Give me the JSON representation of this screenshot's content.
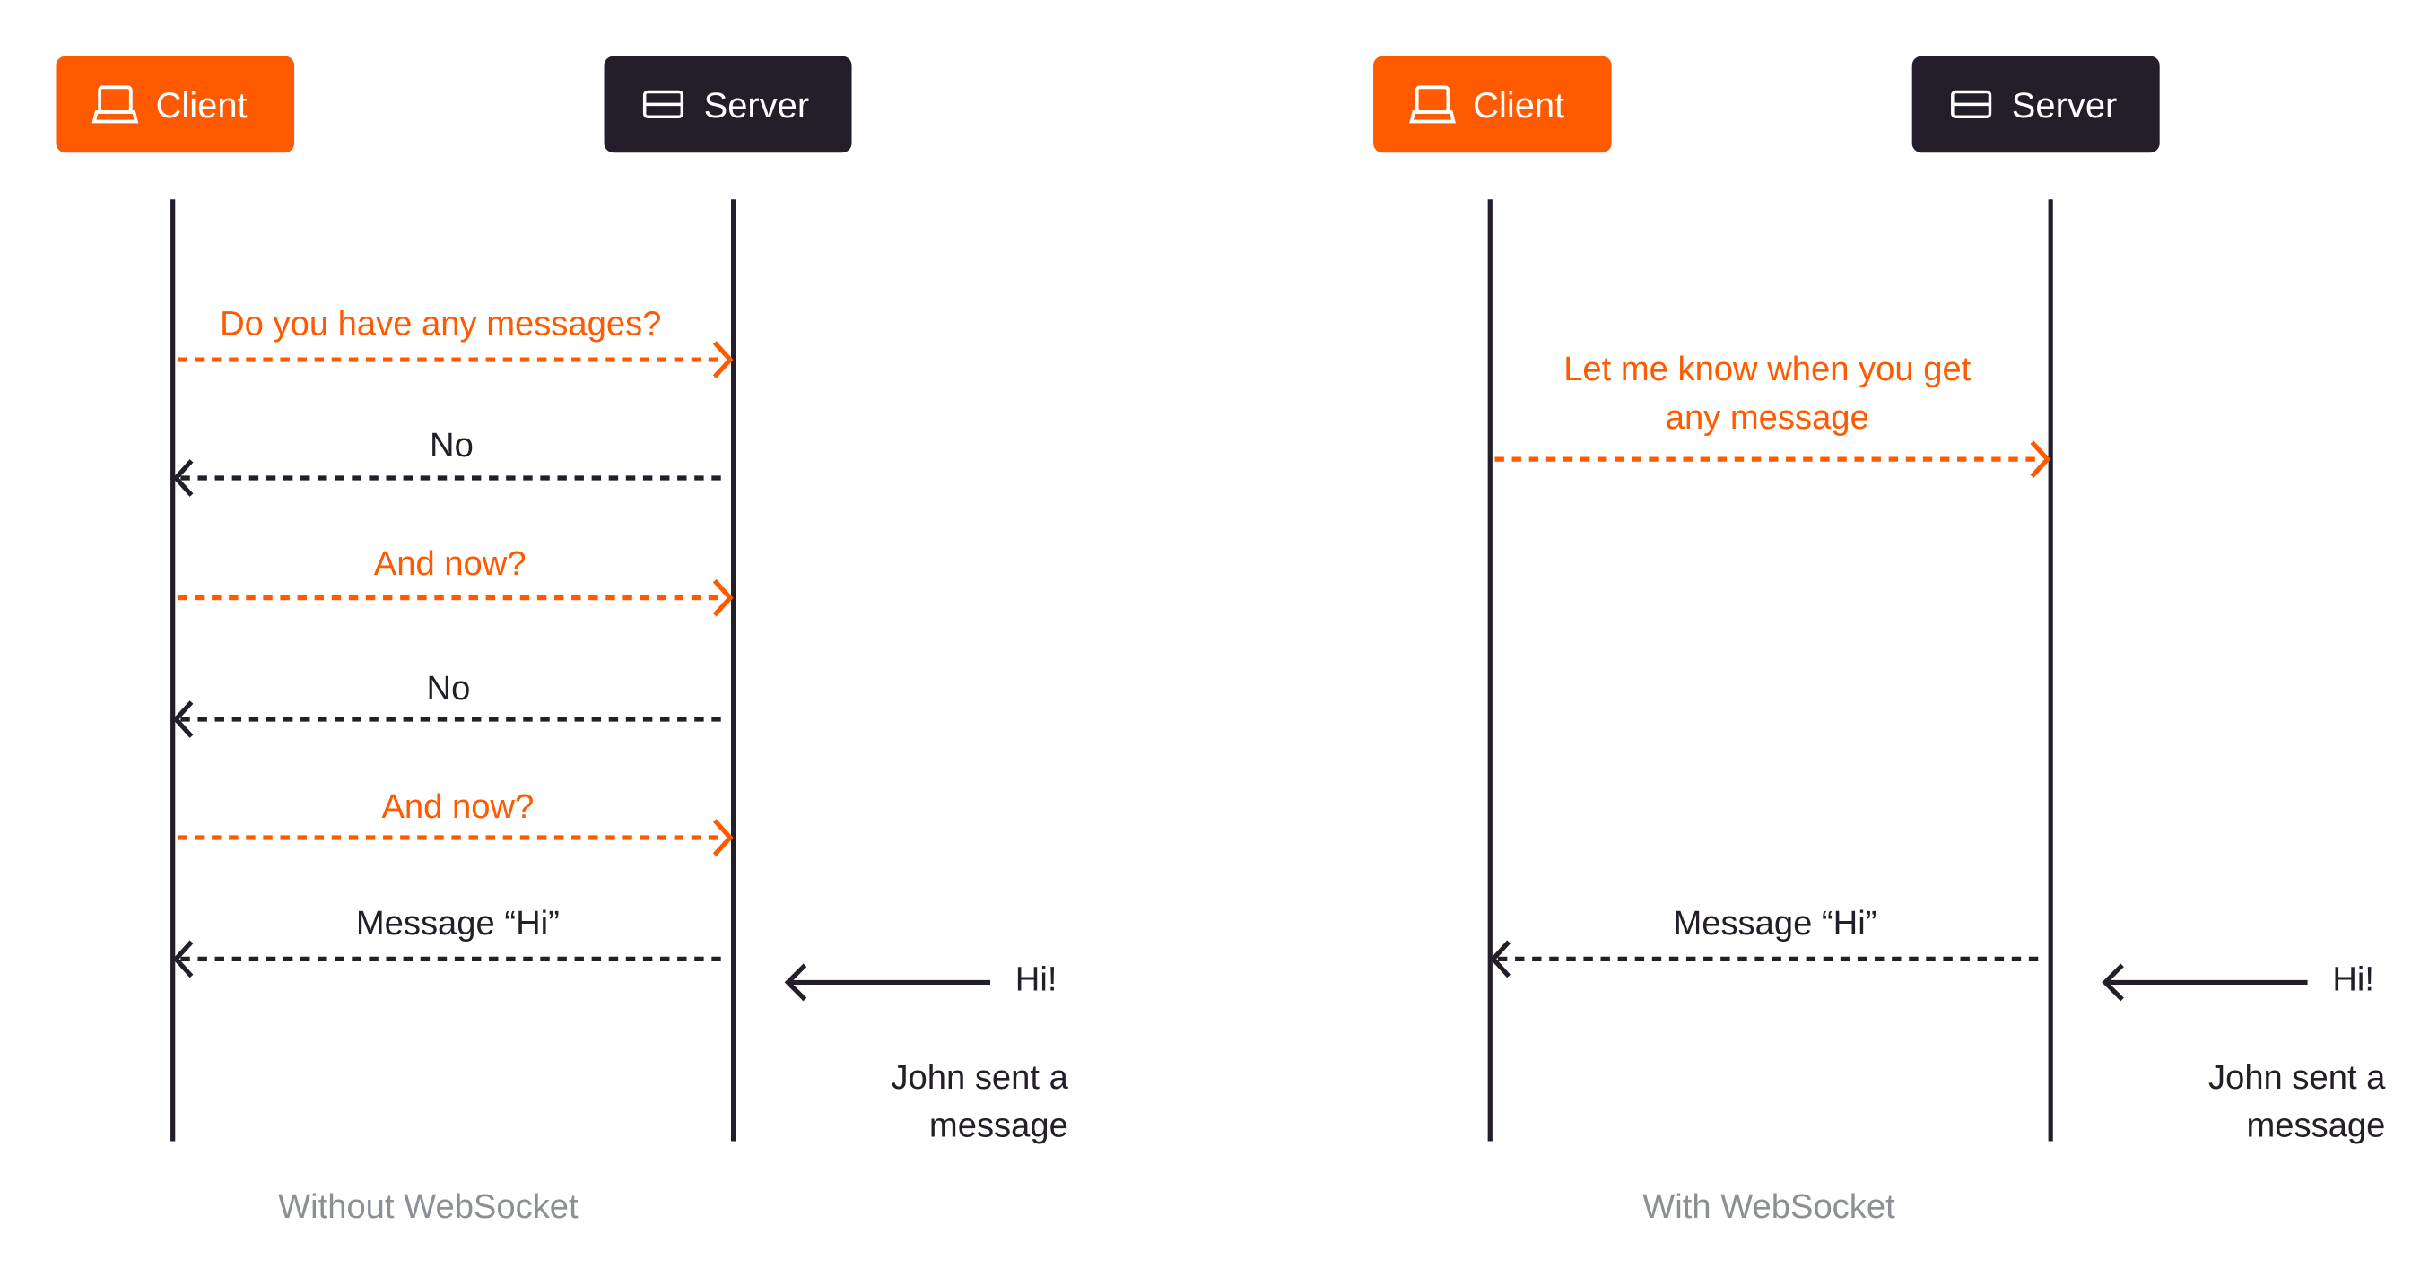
{
  "colors": {
    "client": "#FF5A00",
    "server": "#231E29",
    "caption": "#8C9096"
  },
  "left": {
    "client_label": "Client",
    "server_label": "Server",
    "client_icon": "laptop-icon",
    "server_icon": "server-icon",
    "messages": [
      {
        "text": "Do you have any messages?",
        "direction": "to-server"
      },
      {
        "text": "No",
        "direction": "to-client"
      },
      {
        "text": "And now?",
        "direction": "to-server"
      },
      {
        "text": "No",
        "direction": "to-client"
      },
      {
        "text": "And now?",
        "direction": "to-server"
      },
      {
        "text": "Message “Hi”",
        "direction": "to-client"
      }
    ],
    "incoming": "Hi!",
    "note_line1": "John sent a",
    "note_line2": "message",
    "caption": "Without WebSocket"
  },
  "right": {
    "client_label": "Client",
    "server_label": "Server",
    "client_icon": "laptop-icon",
    "server_icon": "server-icon",
    "request_line1": "Let me know when you get",
    "request_line2": "any message",
    "response": "Message “Hi”",
    "incoming": "Hi!",
    "note_line1": "John sent a",
    "note_line2": "message",
    "caption": "With WebSocket"
  }
}
